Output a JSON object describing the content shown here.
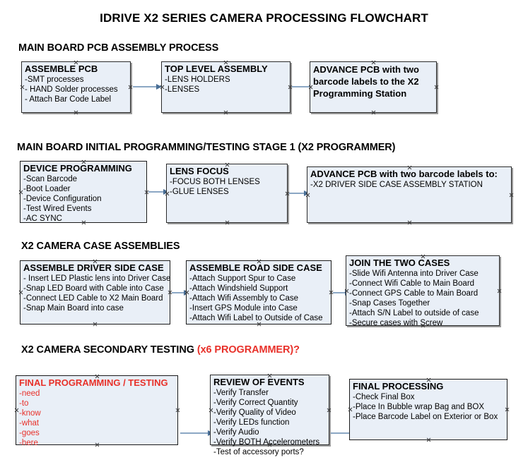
{
  "document": {
    "title": "IDRIVE X2  SERIES CAMERA PROCESSING FLOWCHART",
    "accent_color": "#e8312a",
    "box_fill": "#e9eff7",
    "connector_color": "#8ba7c4"
  },
  "sections": [
    {
      "heading": "MAIN BOARD PCB ASSEMBLY PROCESS",
      "heading_accent": "",
      "boxes": [
        {
          "title": "ASSEMBLE PCB",
          "lines": [
            "-SMT processes",
            "- HAND Solder processes",
            "- Attach Bar Code Label"
          ],
          "color": "black"
        },
        {
          "title": "TOP LEVEL ASSEMBLY",
          "lines": [
            "-LENS HOLDERS",
            "-LENSES"
          ],
          "color": "black"
        },
        {
          "title": "ADVANCE PCB with two barcode labels to the  X2 Programming Station",
          "lines": [],
          "color": "black"
        }
      ]
    },
    {
      "heading": "MAIN BOARD INITIAL PROGRAMMING/TESTING STAGE 1 (X2 PROGRAMMER)",
      "heading_accent": "",
      "boxes": [
        {
          "title": "DEVICE PROGRAMMING",
          "lines": [
            "-Scan Barcode",
            "-Boot Loader",
            "-Device Configuration",
            "-Test Wired Events",
            "-AC SYNC"
          ],
          "color": "black"
        },
        {
          "title": "LENS FOCUS",
          "lines": [
            "-FOCUS BOTH LENSES",
            "-GLUE LENSES"
          ],
          "color": "black"
        },
        {
          "title": "ADVANCE PCB with two barcode labels to:",
          "lines": [
            "-X2 DRIVER  SIDE  CASE  ASSEMBLY STATION"
          ],
          "color": "black"
        }
      ]
    },
    {
      "heading": "X2 CAMERA CASE ASSEMBLIES",
      "heading_accent": "",
      "boxes": [
        {
          "title": "ASSEMBLE DRIVER SIDE CASE",
          "lines": [
            "- Insert LED Plastic lens into Driver Case",
            "-Snap LED Board with Cable into Case",
            "-Connect LED Cable to X2 Main Board",
            "-Snap Main Board into case"
          ],
          "color": "black"
        },
        {
          "title": "ASSEMBLE ROAD SIDE CASE",
          "lines": [
            "-Attach Support Spur to Case",
            "-Attach Windshield Support",
            "-Attach Wifi Assembly to Case",
            "-Insert GPS Module into Case",
            "-Attach Wifi Label to Outside of Case"
          ],
          "color": "black"
        },
        {
          "title": "JOIN THE TWO CASES",
          "lines": [
            "-Slide Wifi Antenna into Driver Case",
            "-Connect Wifi Cable to Main Board",
            "-Connect GPS Cable to Main Board",
            "-Snap Cases Together",
            "-Attach S/N Label to outside of case",
            "-Secure cases with Screw"
          ],
          "color": "black"
        }
      ]
    },
    {
      "heading": "X2 CAMERA SECONDARY TESTING ",
      "heading_accent": "(x6 PROGRAMMER)?",
      "boxes": [
        {
          "title": "FINAL PROGRAMMING / TESTING",
          "lines": [
            "-need",
            "-to",
            "-know",
            "-what",
            "-goes",
            "-here"
          ],
          "color": "red"
        },
        {
          "title": "REVIEW OF EVENTS",
          "lines": [
            "-Verify Transfer",
            "-Verify Correct Quantity",
            "-Verify Quality of Video",
            "-Verify LEDs function",
            "-Verify Audio",
            "-Verify BOTH Accelerometers",
            "-Test of accessory ports?"
          ],
          "color": "red"
        },
        {
          "title": "FINAL PROCESSING",
          "lines": [
            " -Check Final Box",
            "-Place In Bubble wrap Bag and BOX",
            "-Place Barcode Label on Exterior or Box"
          ],
          "color": "black"
        }
      ]
    }
  ]
}
